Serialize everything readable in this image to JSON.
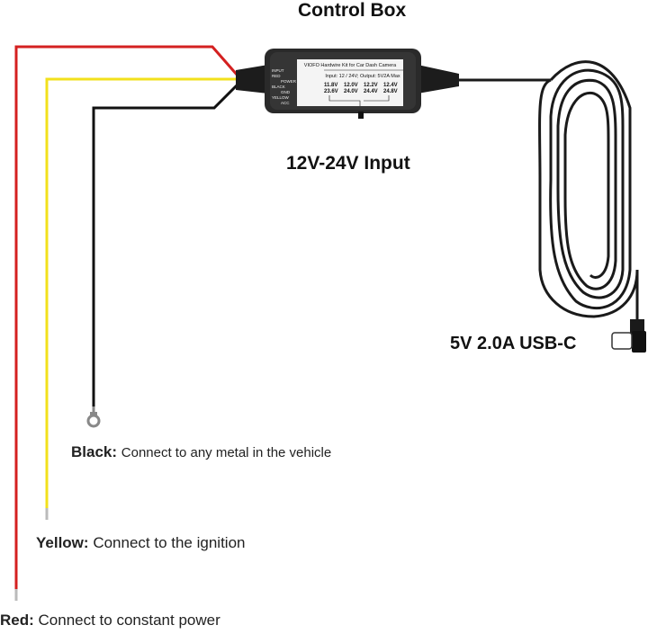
{
  "title": "Control Box",
  "input_label": "12V-24V Input",
  "output_label": "5V 2.0A USB-C",
  "box": {
    "brand_line": "VIOFO Hardwire Kit for Car Dash Camera",
    "legend": [
      "INPUT",
      "RED",
      "POWER",
      "BLACK",
      "GND",
      "YELLOW",
      "ACC"
    ],
    "spec_line": "Input: 12 / 24V; Output: 5V2A Max",
    "thresholds": [
      {
        "top": "11.8V",
        "bottom": "23.6V"
      },
      {
        "top": "12.0V",
        "bottom": "24.0V"
      },
      {
        "top": "12.2V",
        "bottom": "24.4V"
      },
      {
        "top": "12.4V",
        "bottom": "24.8V"
      }
    ]
  },
  "wires": {
    "black": {
      "name": "Black:",
      "text": "Connect to any metal in the vehicle",
      "color": "#111111"
    },
    "yellow": {
      "name": "Yellow:",
      "text": "Connect to the ignition",
      "color": "#f2e01c"
    },
    "red": {
      "name": "Red:",
      "text": "Connect to constant power",
      "color": "#d42020"
    }
  },
  "cable_color": "#1a1a1a",
  "box_color": "#2a2a2a",
  "label_color": "#f4f4f4"
}
